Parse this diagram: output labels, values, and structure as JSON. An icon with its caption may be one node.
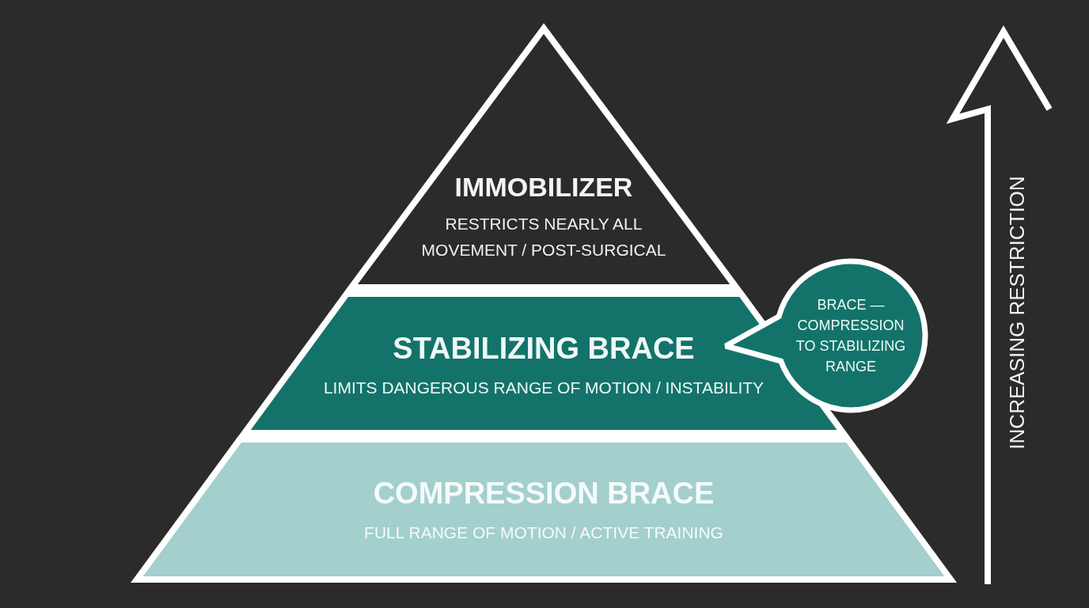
{
  "diagram": {
    "nodes": [
      {
        "text": [
          "IMMOBILIZER",
          "RESTRICTS NEARLY ALL MOVEMENT / POST-SURGICAL"
        ]
      },
      {
        "text": [
          "STABILIZING BRACE",
          "LIMITS DANGEROUS RANGE OF MOTION / INSTABILITY"
        ]
      },
      {
        "text": [
          "BRACE — COMPRESSION TO STABILIZING RANGE"
        ]
      },
      {
        "text": [
          "COMPRESSION BRACE",
          "FULL RANGE OF MOTION / ACTIVE TRAINING"
        ]
      }
    ],
    "labels": [
      "INCREASING RESTRICTION"
    ]
  }
}
